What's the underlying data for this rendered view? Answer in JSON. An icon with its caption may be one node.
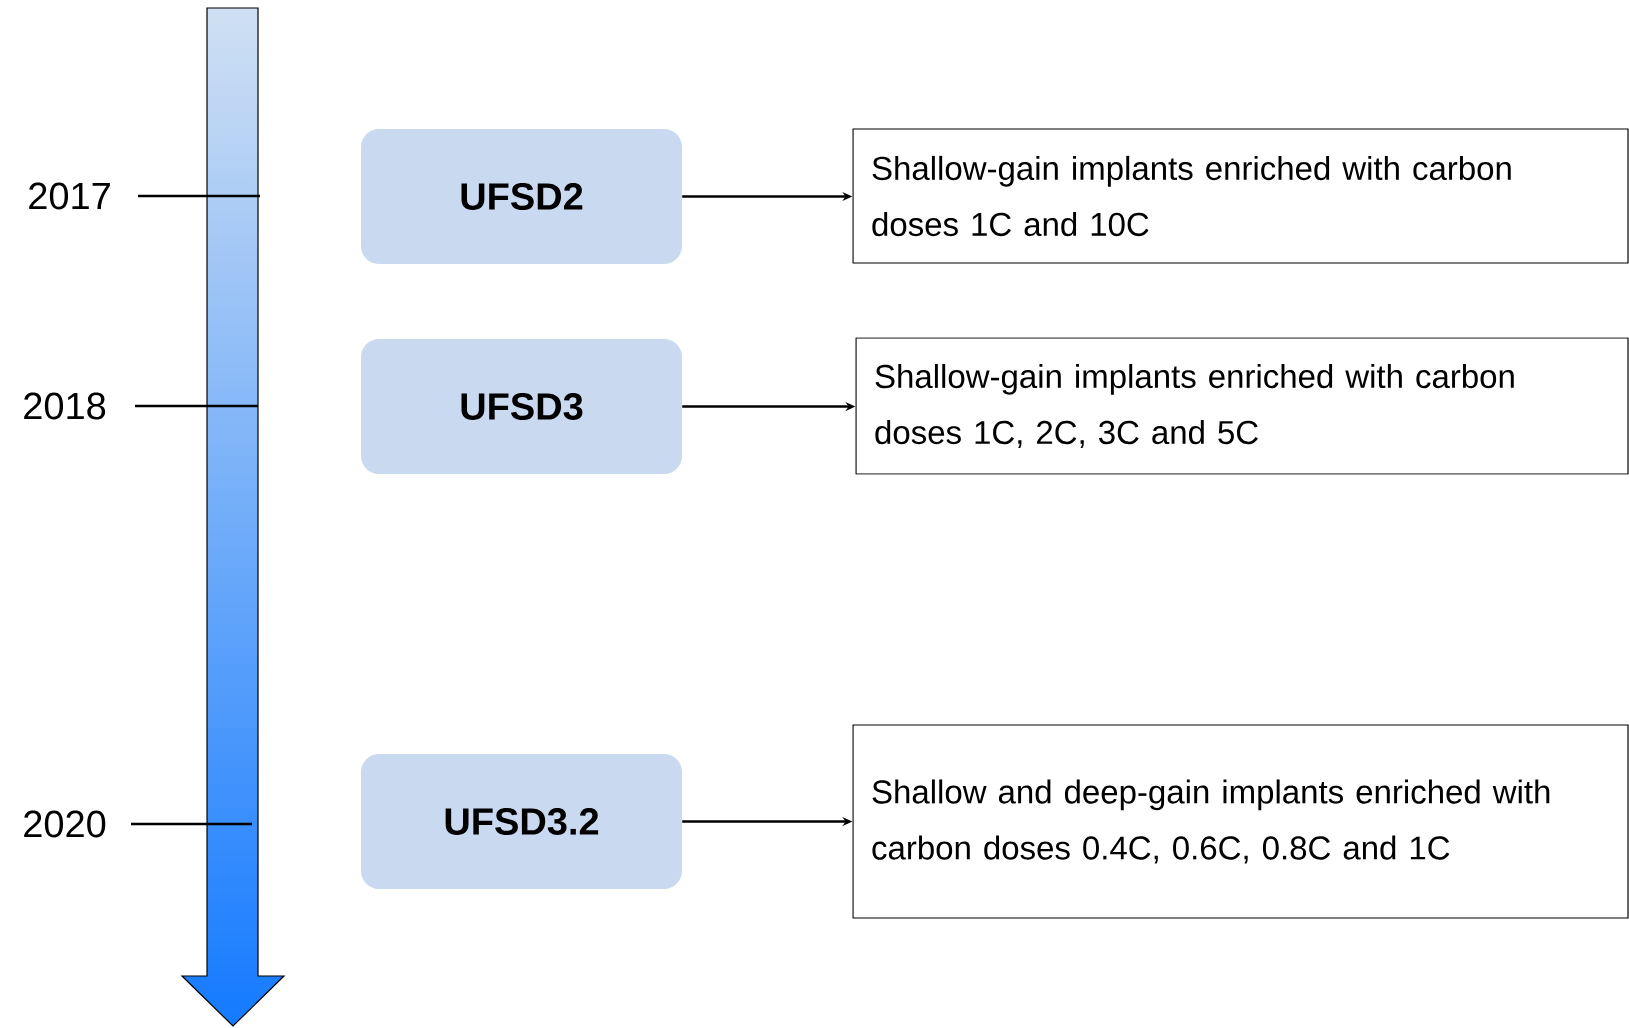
{
  "diagram": {
    "nodes": [
      {
        "text": [
          "UFSD2"
        ]
      },
      {
        "text": [
          "Shallow-gain implants enriched with carbon doses 1C and 10C"
        ]
      },
      {
        "text": [
          "UFSD3"
        ]
      },
      {
        "text": [
          "Shallow-gain implants enriched with carbon doses 1C, 2C, 3C and 5C"
        ]
      },
      {
        "text": [
          "UFSD3.2"
        ]
      },
      {
        "text": [
          "Shallow and deep-gain implants enriched with carbon doses 0.4C, 0.6C, 0.8C and 1C"
        ]
      }
    ],
    "edges": [
      {
        "from": 0,
        "to": 1,
        "arrow": "to"
      },
      {
        "from": 2,
        "to": 3,
        "arrow": "to"
      },
      {
        "from": 4,
        "to": 5,
        "arrow": "to"
      }
    ],
    "labels": [
      "2017",
      "2018",
      "2020"
    ]
  }
}
